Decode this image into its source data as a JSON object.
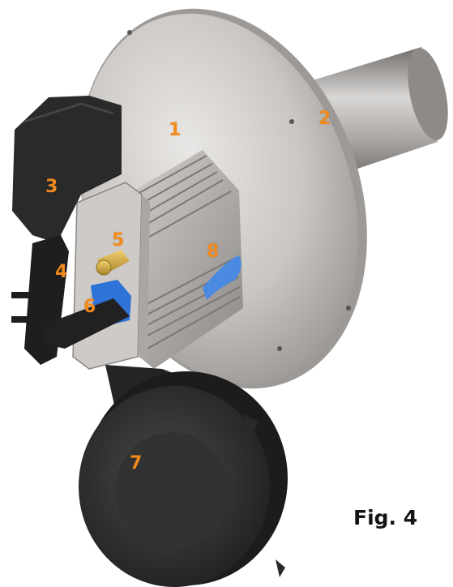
{
  "figure": {
    "caption": "Fig. 4"
  },
  "callouts": [
    "1",
    "2",
    "3",
    "4",
    "5",
    "6",
    "7",
    "8"
  ],
  "colors": {
    "callout": "#f28a1e",
    "caption": "#141414"
  }
}
